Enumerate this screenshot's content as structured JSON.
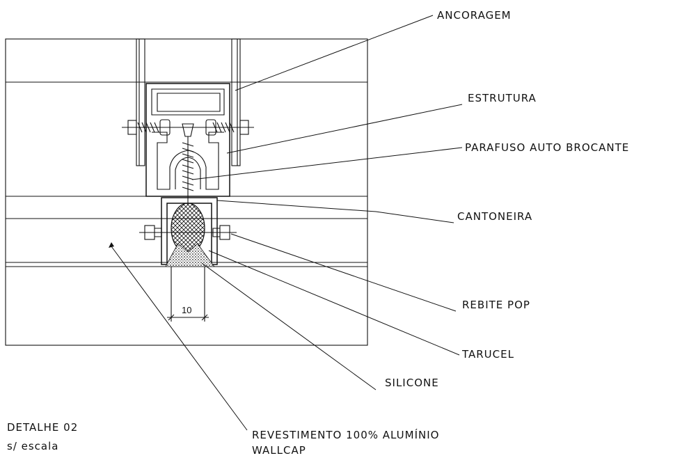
{
  "labels": {
    "ancoragem": "ANCORAGEM",
    "estrutura": "ESTRUTURA",
    "parafuso": "PARAFUSO AUTO BROCANTE",
    "cantoneira": "CANTONEIRA",
    "rebite": "REBITE POP",
    "tarucel": "TARUCEL",
    "silicone": "SILICONE",
    "revestimento_1": "REVESTIMENTO 100% ALUMÍNIO",
    "revestimento_2": "WALLCAP"
  },
  "dimension": "10",
  "title": {
    "line1": "DETALHE 02",
    "line2": "s/ escala"
  }
}
